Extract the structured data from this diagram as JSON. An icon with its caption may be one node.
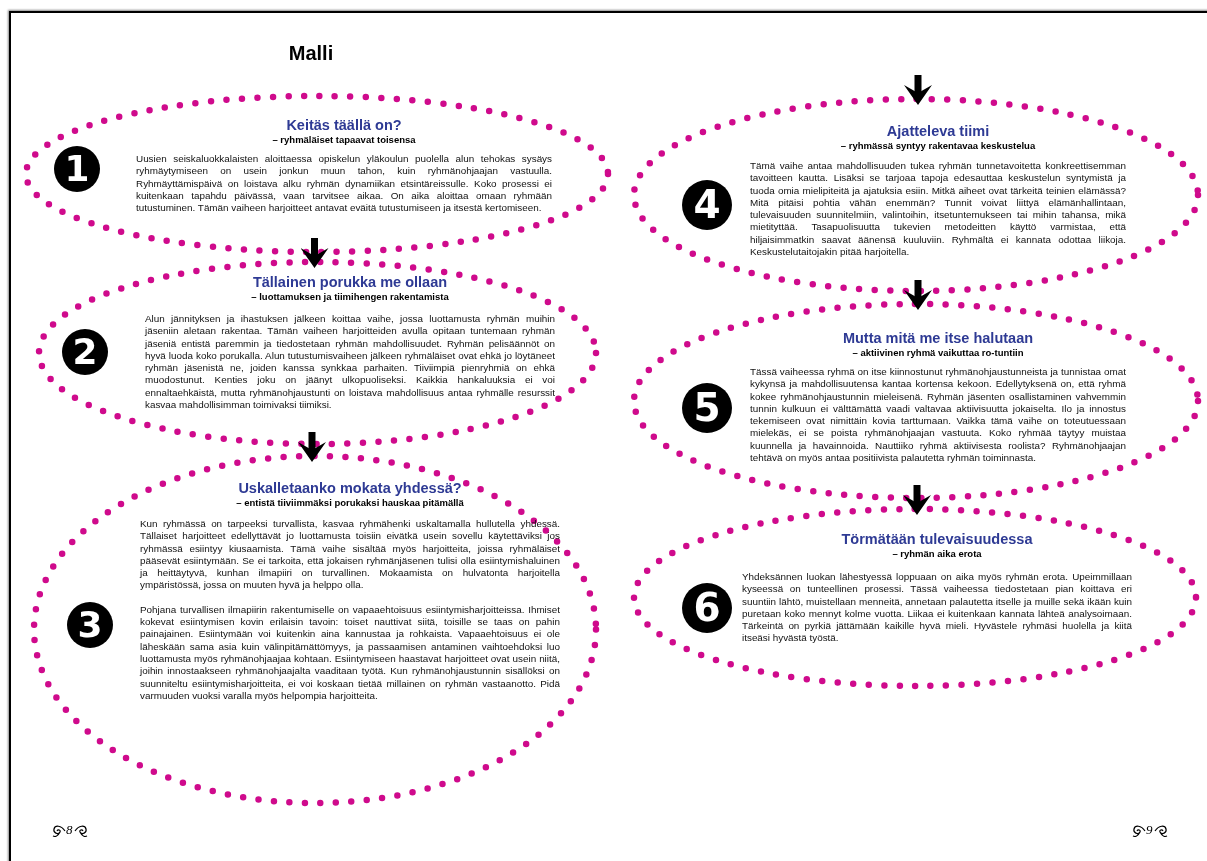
{
  "diagram": {
    "title": "Malli",
    "nodes": [
      {
        "text": [
          "Keitäs täällä on?",
          "– ryhmäläiset tapaavat toisensa",
          "Uusien seiskaluokkalaisten aloittaessa opiskelun yläkoulun puolella alun tehokas sysäys ryhmäytymiseen on usein jonkun muun tahon, kuin ryhmänohjaajan vastuulla. Ryhmäyttämispäivä on loistava alku ryhmän dynamiikan etsintäreissulle. Koko prosessi ei kuitenkaan tapahdu päivässä, vaan tarvitsee aikaa. On aika aloittaa omaan ryhmään tutustuminen. Tämän vaiheen harjoitteet antavat eväitä tutustumiseen ja itsestä kertomiseen."
        ]
      },
      {
        "text": [
          "1"
        ],
        "in": 0
      },
      {
        "text": [
          "Tällainen porukka me ollaan",
          "– luottamuksen ja tiimihengen rakentamista",
          "Alun jännityksen ja ihastuksen jälkeen koittaa vaihe, jossa luottamusta ryhmän muihin jäseniin aletaan rakentaa. Tämän vaiheen harjoitteiden avulla opitaan tuntemaan ryhmän jäseniä entistä paremmin ja tiedostetaan ryhmän mahdollisuudet. Ryhmän pelisäännöt on hyvä luoda koko porukalla. Alun tutustumisvaiheen jälkeen ryhmäläiset ovat ehkä jo löytäneet ryhmän jäsenistä ne, joiden kanssa synkkaa parhaiten. Tiiviimpiä pienryhmiä on ehkä muodostunut. Kenties joku on jäänyt ulkopuoliseksi. Kaikkia hankaluuksia ei voi ennaltaehkäistä, mutta ryhmänohjaustunti on loistava mahdollisuus antaa ryhmälle resurssit kasvaa mahdollisimman toimivaksi tiimiksi."
        ]
      },
      {
        "text": [
          "2"
        ],
        "in": 2
      },
      {
        "text": [
          "Uskalletaanko mokata yhdessä?",
          "– entistä tiiviimmäksi porukaksi hauskaa pitämällä",
          "Kun ryhmässä on tarpeeksi turvallista, kasvaa ryhmähenki uskaltamalla hullutella yhdessä. Tällaiset harjoitteet edellyttävät jo luottamusta toisiin eivätkä usein sovellu käytettäviksi jos ryhmässä esiintyy kiusaamista. Tämä vaihe sisältää myös harjoitteita, joissa ryhmäläiset pääsevät esiintymään. Se ei tarkoita, että jokaisen ryhmänjäsenen tulisi olla esiintymishaluinen ja heittäytyvä, kunhan ilmapiiri on turvallinen. Mokaamista on hulvatonta harjoitella ympäristössä, jossa on muuten hyvä ja helppo olla.",
          "Pohjana turvallisen ilmapiirin rakentumiselle on vapaaehtoisuus esiintymisharjoitteissa. Ihmiset kokevat esiintymisen kovin erilaisin tavoin: toiset nauttivat siitä, toisille se taas on pahin painajainen. Esiintymään voi kuitenkin aina kannustaa ja rohkaista. Vapaaehtoisuus ei ole läheskään sama asia kuin välinpitämättömyys, ja passaamisen antaminen vaihtoehdoksi luo luottamusta myös ryhmänohjaajaa kohtaan. Esiintymiseen haastavat harjoitteet ovat usein niitä, joihin innostaakseen ryhmänohjaajalta vaaditaan työtä. Kun ryhmänohjaustunnin sisällöksi on suunniteltu esiintymisharjoitteita, ei voi koskaan tietää millainen on ryhmän vastaanotto. Pidä varmuuden vuoksi varalla myös helpompia harjoitteita."
        ]
      },
      {
        "text": [
          "3"
        ],
        "in": 4
      },
      {
        "text": [
          "Ajatteleva tiimi",
          "– ryhmässä syntyy rakentavaa keskustelua",
          "Tämä vaihe antaa mahdollisuuden tukea ryhmän tunnetavoitetta konkreettisemman tavoitteen kautta. Lisäksi se tarjoaa tapoja edesauttaa keskustelun syntymistä ja tuoda omia mielipiteitä ja ajatuksia esiin. Mitkä aiheet ovat tärkeitä teinien elämässä? Mitä pitäisi pohtia vähän enemmän? Tunnit voivat liittyä elämänhallintaan, tulevaisuuden suunnitelmiin, valintoihin, itsetuntemukseen tai mihin tahansa, mikä mietityttää. Tasapuolisuutta tukevien metodeitten käyttö varmistaa, että hiljaisimmatkin saavat äänensä kuuluviin. Ryhmältä ei kannata odottaa liikoja. Keskustelutaitojakin pitää harjoitella."
        ]
      },
      {
        "text": [
          "4"
        ],
        "in": 6
      },
      {
        "text": [
          "Mutta mitä me itse halutaan",
          "– aktiivinen ryhmä vaikuttaa ro-tuntiin",
          "Tässä vaiheessa ryhmä on itse kiinnostunut ryhmänohjaustunneista ja tunnistaa omat kykynsä ja mahdollisuutensa kantaa kortensa kekoon. Edellytyksenä on, että ryhmä kokee ryhmänohjaustunnin mieleisenä. Ryhmän jäsenten osallistaminen vahvemmin tunnin kulkuun ei välttämättä vaadi valtavaa aktiivisuutta jokaiselta. Ilo ja innostus tekemiseen ovat nimittäin kovia tarttumaan. Vaikka tämä vaihe on toteutuessaan mielekäs, ei se poista ryhmänohjaajan vastuuta. Koko ryhmää täytyy muistaa kuunnella ja havainnoida. Nauttiiko ryhmä aktiivisesta roolista? Ryhmänohjaajan tehtävä on myös antaa positiivista palautetta ryhmän toiminnasta."
        ]
      },
      {
        "text": [
          "5"
        ],
        "in": 8
      },
      {
        "text": [
          "Törmätään tulevaisuudessa",
          "– ryhmän aika erota",
          "Yhdeksännen luokan lähestyessä loppuaan on aika myös ryhmän erota. Upeimmillaan kyseessä on tunteellinen prosessi. Tässä vaiheessa tiedostetaan pian koittava eri suuntiin lähtö, muistellaan menneitä, annetaan palautetta itselle ja muille sekä ikään kuin puretaan koko mennyt kolme vuotta. Liikaa ei kuitenkaan kannata lähteä analysoimaan. Tärkeintä on pyrkiä jättämään kaikille hyvä mieli. Hyvästele ryhmäsi huolella ja kiitä itseäsi hyvästä työstä."
        ]
      },
      {
        "text": [
          "6"
        ],
        "in": 10
      }
    ],
    "edges": [
      {
        "from": 0,
        "to": 2,
        "arrow": "to"
      },
      {
        "from": 2,
        "to": 4,
        "arrow": "to"
      },
      {
        "from": null,
        "to": 6,
        "arrow": "to"
      },
      {
        "from": 6,
        "to": 8,
        "arrow": "to"
      },
      {
        "from": 8,
        "to": 10,
        "arrow": "to"
      }
    ],
    "labels": [
      "8",
      "9"
    ]
  }
}
